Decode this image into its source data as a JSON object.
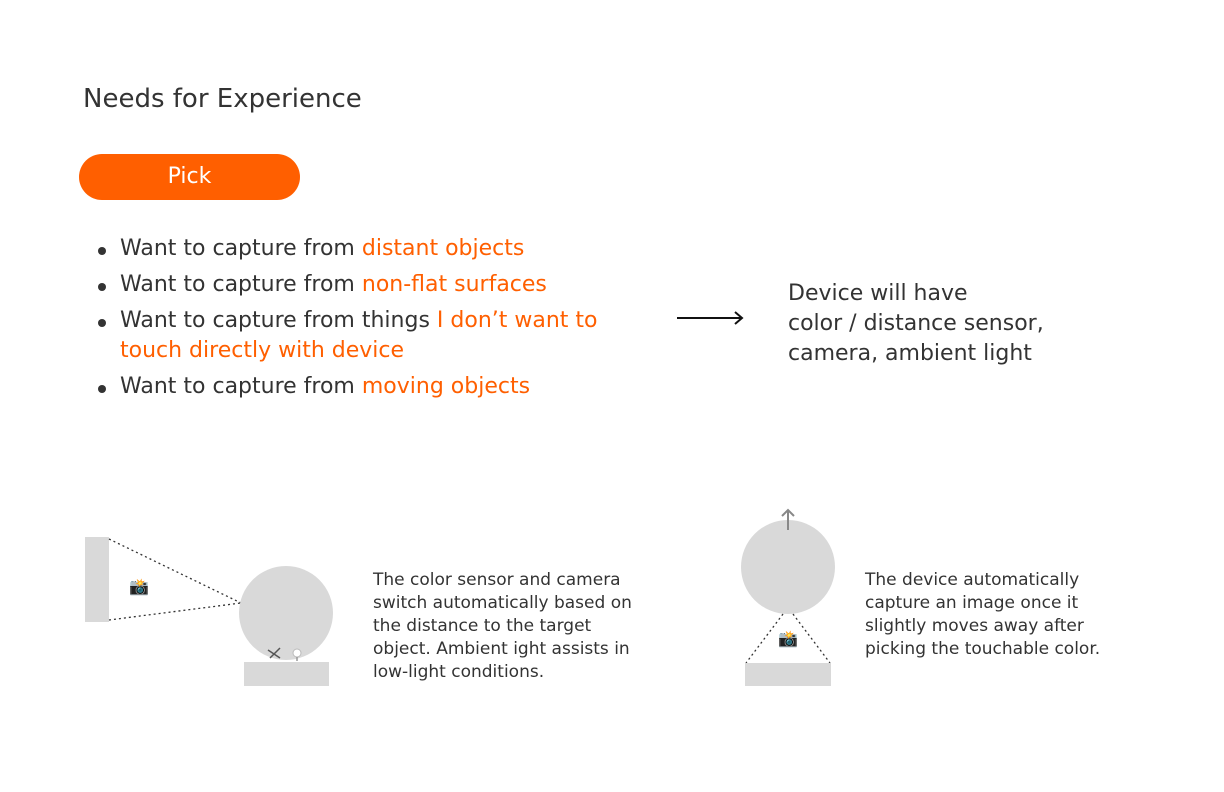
{
  "title": "Needs for Experience",
  "pill_label": "Pick",
  "needs": [
    {
      "prefix": "Want to capture from ",
      "highlight": "distant objects"
    },
    {
      "prefix": "Want to capture from ",
      "highlight": "non-flat surfaces"
    },
    {
      "prefix": "Want to capture from things ",
      "highlight": "I don’t want to touch directly with device"
    },
    {
      "prefix": "Want to capture from ",
      "highlight": "moving objects"
    }
  ],
  "device": {
    "line1": "Device will have",
    "line2": "color / distance sensor,",
    "line3": "camera, ambient light"
  },
  "caption_left": "The color sensor and camera switch automatically based on the distance to the target object. Ambient ight assists in low-light conditions.",
  "caption_right": "The device automatically capture an image once it slightly moves away after picking the touchable color.",
  "icons": {
    "camera": "📸",
    "arrow_right": "long-arrow-right-icon",
    "arrow_up": "arrow-up-icon"
  },
  "colors": {
    "accent": "#ff5f00",
    "text": "#333333",
    "shape": "#d9d9d9"
  }
}
